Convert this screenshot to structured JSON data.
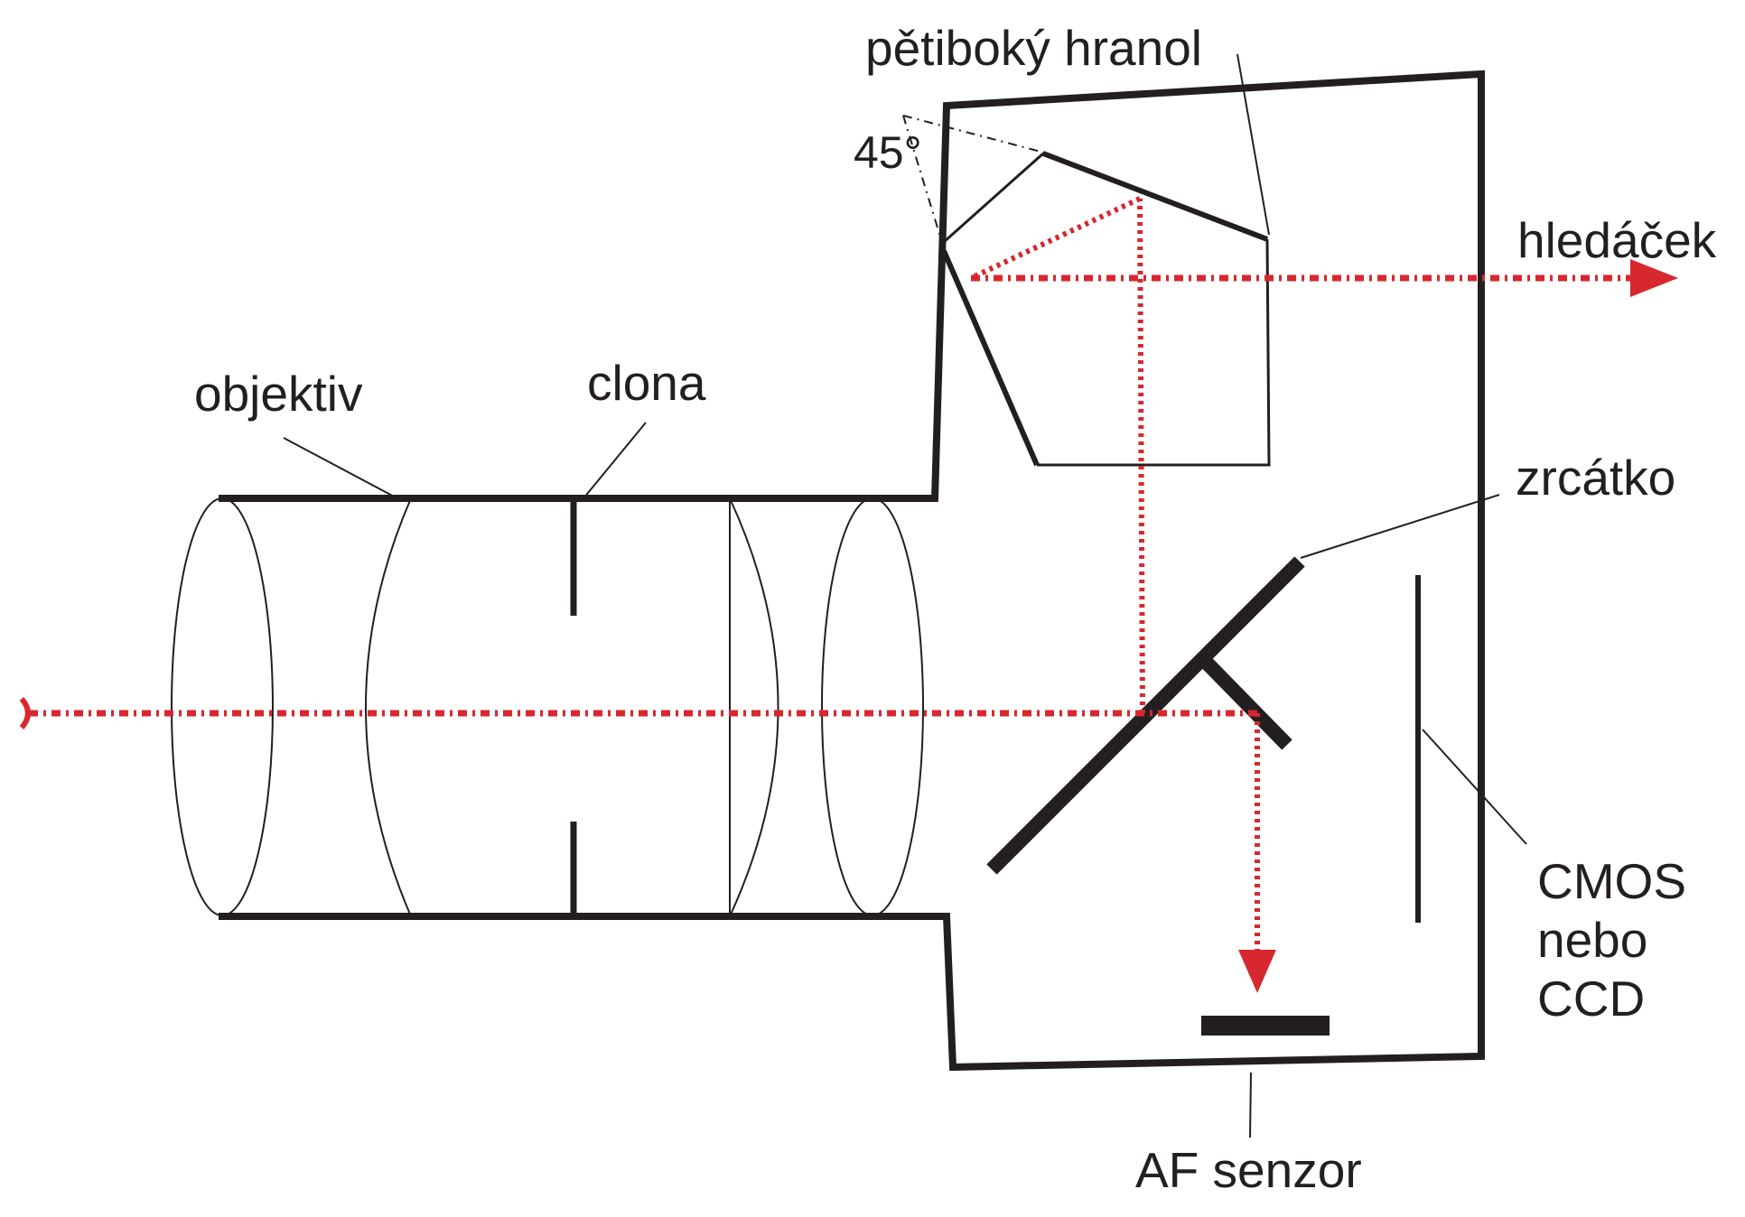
{
  "labels": {
    "pentaprism": "pětiboký hranol",
    "angle": "45°",
    "viewfinder": "hledáček",
    "lens": "objektiv",
    "aperture": "clona",
    "mirror": "zrcátko",
    "sensor_line1": "CMOS",
    "sensor_line2": "nebo",
    "sensor_line3": "CCD",
    "af_sensor": "AF senzor"
  },
  "colors": {
    "ray": "#d7282f",
    "line": "#231f20"
  }
}
